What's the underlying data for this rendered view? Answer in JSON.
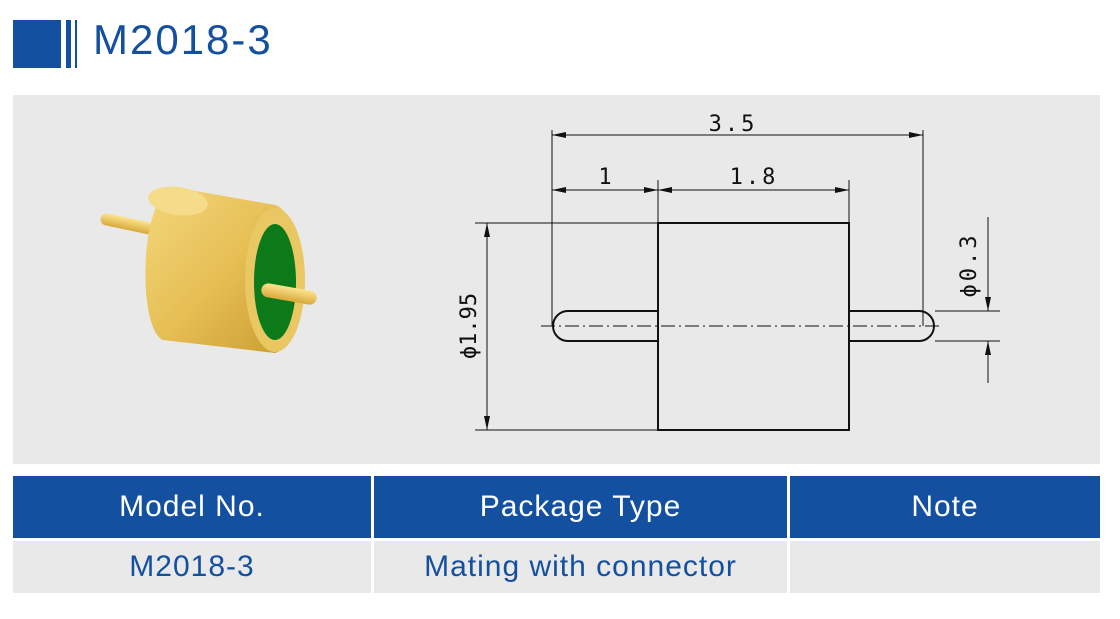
{
  "header": {
    "title": "M2018-3"
  },
  "drawing": {
    "dim_total": "3.5",
    "dim_pin": "1",
    "dim_body": "1.8",
    "dim_body_diameter": "ϕ1.95",
    "dim_pin_diameter": "ϕ0.3"
  },
  "colors": {
    "brand": "#1450a0",
    "panel": "#e9e9e9",
    "gold": "#e6bf55",
    "green": "#0d7a1a"
  },
  "table": {
    "headers": [
      "Model No.",
      "Package Type",
      "Note"
    ],
    "rows": [
      [
        "M2018-3",
        "Mating with connector",
        ""
      ]
    ]
  }
}
